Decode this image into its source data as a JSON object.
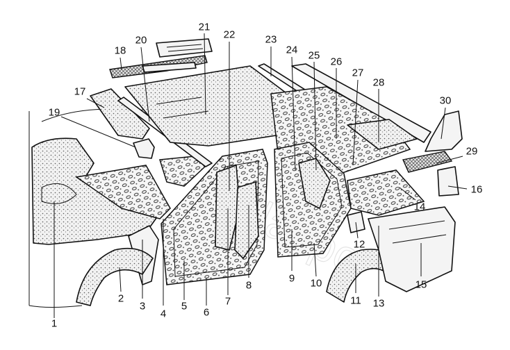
{
  "diagram": {
    "watermark": "ladaapo",
    "callouts": [
      "1",
      "2",
      "3",
      "4",
      "5",
      "6",
      "7",
      "8",
      "9",
      "10",
      "11",
      "12",
      "13",
      "14",
      "15",
      "16",
      "17",
      "18",
      "19",
      "20",
      "21",
      "22",
      "23",
      "24",
      "25",
      "26",
      "27",
      "28",
      "29",
      "30"
    ]
  }
}
